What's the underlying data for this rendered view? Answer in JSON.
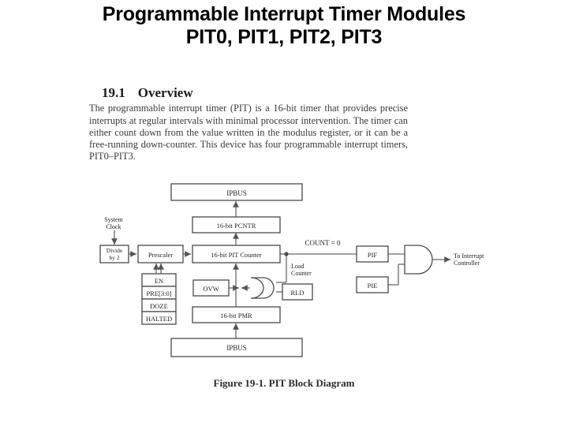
{
  "slide": {
    "title_line1": "Programmable Interrupt Timer Modules",
    "title_line2": "PIT0,  PIT1, PIT2,  PIT3"
  },
  "section": {
    "number": "19.1",
    "heading": "Overview"
  },
  "body": {
    "paragraph": "The programmable interrupt timer (PIT) is a 16-bit timer that provides precise interrupts at regular intervals with minimal processor intervention. The timer can either count down from the value written in the modulus register, or it can be a free-running down-counter. This device has four programmable interrupt timers, PIT0–PIT3."
  },
  "figure": {
    "caption": "Figure 19-1. PIT Block Diagram",
    "labels": {
      "ipbus_top": "IPBUS",
      "ipbus_bottom": "IPBUS",
      "pcntr": "16-bit PCNTR",
      "pit_counter": "16-bit PIT Counter",
      "pmr": "16-bit PMR",
      "system_clock_l1": "System",
      "system_clock_l2": "Clock",
      "divide_l1": "Divide",
      "divide_l2": "by 2",
      "prescaler": "Prescaler",
      "en": "EN",
      "pre": "PRE[3:0]",
      "doze": "DOZE",
      "halted": "HALTED",
      "ovw": "OVW",
      "rld": "RLD",
      "count_zero": "COUNT = 0",
      "load_counter_l1": "Load",
      "load_counter_l2": "Counter",
      "pif": "PIF",
      "pie": "PIE",
      "to_interrupt_l1": "To Interrupt",
      "to_interrupt_l2": "Controller"
    }
  },
  "colors": {
    "ink": "#000000",
    "line": "#6a6a6a",
    "box_stroke": "#4a4a4a",
    "page_bg": "#ffffff"
  }
}
